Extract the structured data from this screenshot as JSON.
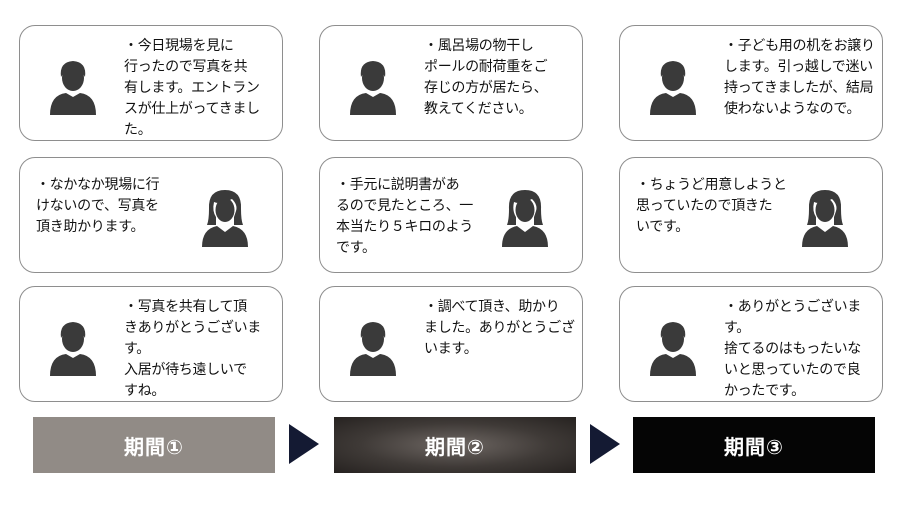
{
  "rows": [
    [
      {
        "avatar": "male",
        "text": "・今日現場を見に\n行ったので写真を共\n有します。エントラン\nスが仕上がってきまし\nた。"
      },
      {
        "avatar": "male",
        "text": "・風呂場の物干し\nポールの耐荷重をご\n存じの方が居たら、\n教えてください。"
      },
      {
        "avatar": "male",
        "text": "・子ども用の机をお譲り\nします。引っ越しで迷い\n持ってきましたが、結局\n使わないようなので。"
      }
    ],
    [
      {
        "avatar": "female",
        "text": "・なかなか現場に行\nけないので、写真を\n頂き助かります。"
      },
      {
        "avatar": "female",
        "text": "・手元に説明書があ\nるので見たところ、一\n本当たり５キロのよう\nです。"
      },
      {
        "avatar": "female",
        "text": "・ちょうど用意しようと\n思っていたので頂きた\nいです。"
      }
    ],
    [
      {
        "avatar": "male",
        "text": "・写真を共有して頂\nきありがとうございます。\n入居が待ち遠しいで\nすね。"
      },
      {
        "avatar": "male",
        "text": "・調べて頂き、助かり\nました。ありがとうござ\nいます。"
      },
      {
        "avatar": "male",
        "text": "・ありがとうございます。\n捨てるのはもったいな\nいと思っていたので良\nかったです。"
      }
    ]
  ],
  "periods": [
    "期間①",
    "期間②",
    "期間③"
  ],
  "colors": {
    "icon": "#3a3a3a",
    "arrow": "#141a33",
    "period1": "#918b86",
    "period2": "#3f3a37",
    "period3": "#050505"
  }
}
